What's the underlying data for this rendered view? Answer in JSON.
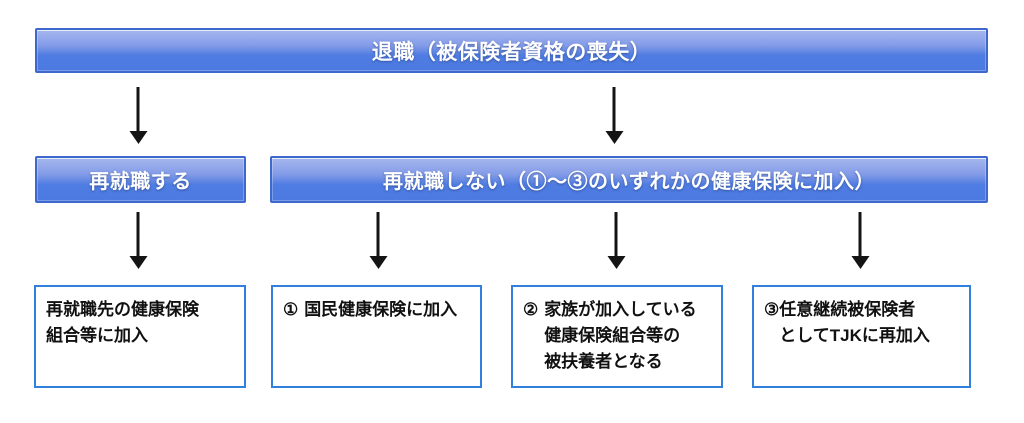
{
  "flowchart": {
    "root": {
      "label": "退職（被保険者資格の喪失）"
    },
    "branches": [
      {
        "label": "再就職する"
      },
      {
        "label": "再就職しない（①～③のいずれかの健康保険に加入）"
      }
    ],
    "outcomes": [
      {
        "number": "",
        "text": "再就職先の健康保険\n組合等に加入"
      },
      {
        "number": "①",
        "text": "国民健康保険に加入"
      },
      {
        "number": "②",
        "text": "家族が加入している\n健康保険組合等の\n被扶養者となる"
      },
      {
        "number": "③",
        "text": "任意継続被保険者\nとしてTJKに再加入"
      }
    ],
    "colors": {
      "header_fill_top": "#a6b7ee",
      "header_fill_bottom": "#4c7ae0",
      "header_border": "#3e68cc",
      "header_text": "#ffffff",
      "outcome_border": "#3180dc",
      "outcome_text": "#111111",
      "arrow": "#141414",
      "background": "#ffffff"
    }
  }
}
